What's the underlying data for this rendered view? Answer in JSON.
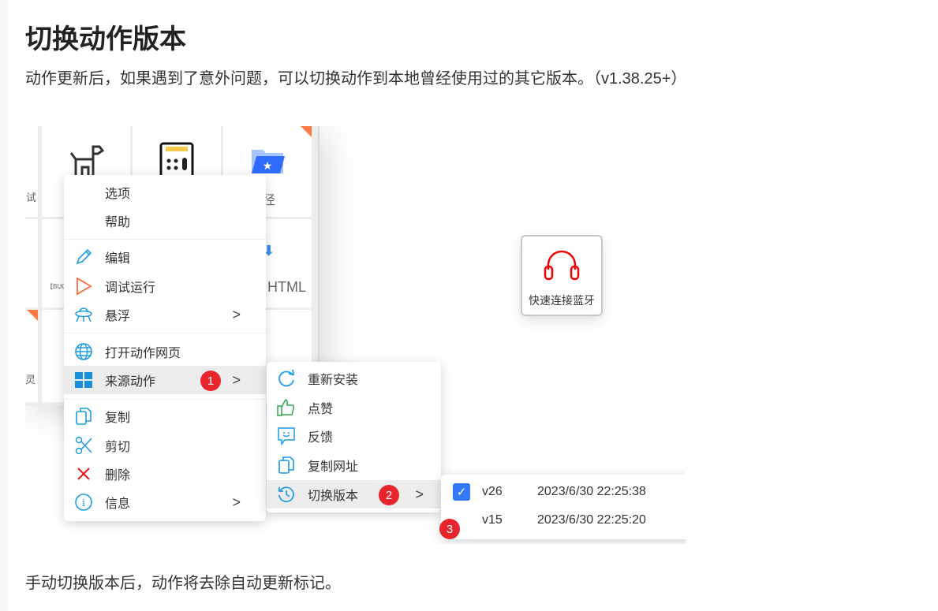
{
  "page": {
    "title": "切换动作版本",
    "subtitle": "动作更新后，如果遇到了意外问题，可以切换动作到本地曾经使用过的其它版本。（v1.38.25+）",
    "footer": "手动切换版本后，动作将去除自动更新标记。"
  },
  "tiles": {
    "t1": "试",
    "t2": "径",
    "t3": "【BUG",
    "t4": "HTML",
    "t5": "灵"
  },
  "card": {
    "label": "快速连接蓝牙",
    "icon": "headphones-icon"
  },
  "menu": {
    "items": [
      {
        "label": "选项"
      },
      {
        "label": "帮助"
      },
      {
        "label": "编辑",
        "icon": "pencil-icon"
      },
      {
        "label": "调试运行",
        "icon": "play-icon"
      },
      {
        "label": "悬浮",
        "icon": "ufo-icon"
      },
      {
        "label": "打开动作网页",
        "icon": "globe-icon"
      },
      {
        "label": "来源动作",
        "icon": "windows-icon"
      },
      {
        "label": "复制",
        "icon": "copy-icon"
      },
      {
        "label": "剪切",
        "icon": "scissors-icon"
      },
      {
        "label": "删除",
        "icon": "close-icon"
      },
      {
        "label": "信息",
        "icon": "info-icon"
      }
    ]
  },
  "submenu": {
    "items": [
      {
        "label": "重新安装"
      },
      {
        "label": "点赞"
      },
      {
        "label": "反馈"
      },
      {
        "label": "复制网址"
      },
      {
        "label": "切换版本"
      }
    ]
  },
  "versions": [
    {
      "version": "v26",
      "date": "2023/6/30 22:25:38",
      "checked": true
    },
    {
      "version": "v15",
      "date": "2023/6/30 22:25:20",
      "checked": false
    }
  ],
  "badges": [
    "1",
    "2",
    "3"
  ],
  "colors": {
    "accent": "#1a9be6",
    "badge": "#e8242d",
    "check": "#3478f6"
  }
}
